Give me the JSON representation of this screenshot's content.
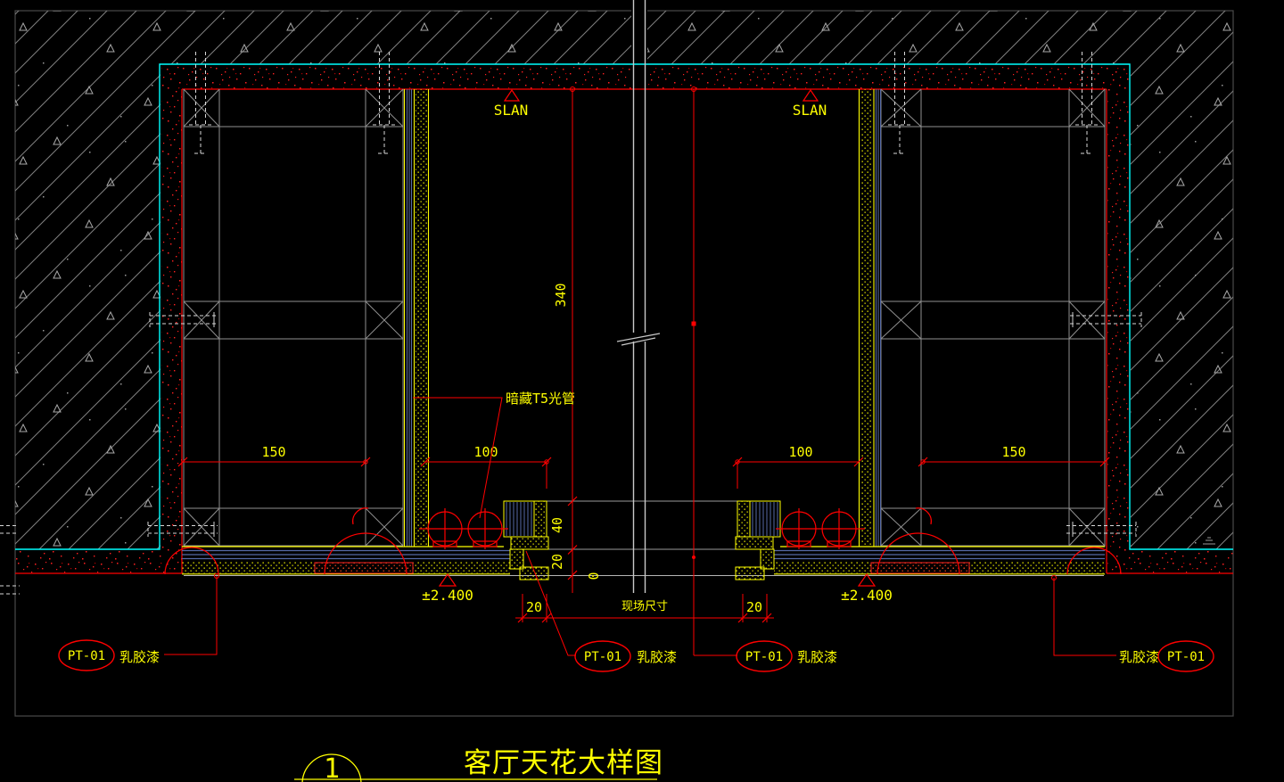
{
  "drawing": {
    "title": {
      "number": "1",
      "text": "客厅天花大样图"
    },
    "slab_markers": [
      {
        "label": "SLAN"
      },
      {
        "label": "SLAN"
      }
    ],
    "level_markers": [
      {
        "label": "±2.400"
      },
      {
        "label": "±2.400"
      }
    ],
    "dimensions": {
      "height_total": "340",
      "height_cove": "40",
      "height_drop": "20",
      "datum_zero": "0",
      "left_150": "150",
      "left_100": "100",
      "right_100": "100",
      "right_150": "150",
      "bottom_left_20": "20",
      "bottom_right_20": "20",
      "site_note": "现场尺寸"
    },
    "annotations": {
      "hidden_light": "暗藏T5光管"
    },
    "finish_tags": [
      {
        "code": "PT-01",
        "name": "乳胶漆"
      },
      {
        "code": "PT-01",
        "name": "乳胶漆"
      },
      {
        "code": "PT-01",
        "name": "乳胶漆"
      },
      {
        "code": "PT-01",
        "name": "乳胶漆"
      }
    ],
    "colors": {
      "background": "#000000",
      "line_red": "#ff0000",
      "text_yellow": "#ffff00",
      "boundary_cyan": "#00ffff",
      "board_navy": "#566aa6",
      "structure_gray": "#8f8f8f",
      "pipe_gray": "#c9c9c9"
    }
  }
}
